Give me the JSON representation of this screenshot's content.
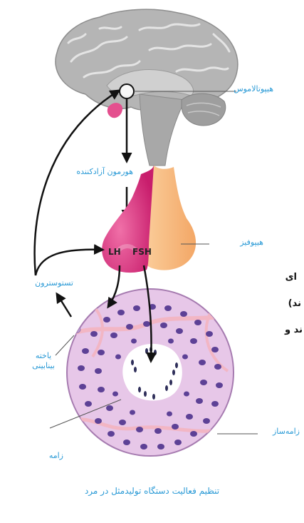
{
  "labels": {
    "hypothalamus": "هیپوتالاموس",
    "releasing_hormone": "هورمون آزادکننده",
    "pituitary": "هیپوفیز",
    "testosterone": "تستوسترون",
    "interstitial_cell_line1": "یاخته",
    "interstitial_cell_line2": "بینابینی",
    "sperm_producing": "زامه‌ساز",
    "sperm": "زامه",
    "lh": "LH",
    "fsh": "FSH"
  },
  "cropped_text": {
    "line1": "ای",
    "line2": "ند)",
    "line3": "ند و"
  },
  "caption": "تنظیم فعالیت دستگاه تولیدمثل در مرد",
  "colors": {
    "label_blue": "#2a9ad6",
    "brain_gray": "#b9b9b9",
    "pituitary_pink": "#d6337e",
    "pituitary_orange": "#f6b27a",
    "tubule_purple": "#e3c3e4",
    "nucleus": "#5a3d92"
  }
}
